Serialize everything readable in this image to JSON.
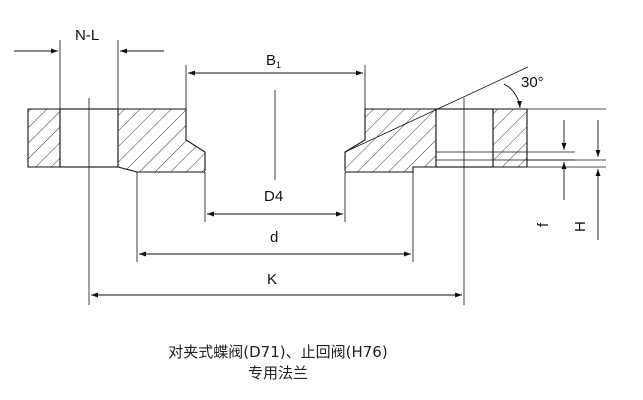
{
  "labels": {
    "n_l": "N-L",
    "b": "B",
    "b_sub": "1",
    "angle": "30°",
    "d4": "D4",
    "d": "d",
    "k": "K",
    "f": "f",
    "h": "H"
  },
  "caption": {
    "line1": "对夹式蝶阀(D71)、止回阀(H76)",
    "line2": "专用法兰"
  }
}
